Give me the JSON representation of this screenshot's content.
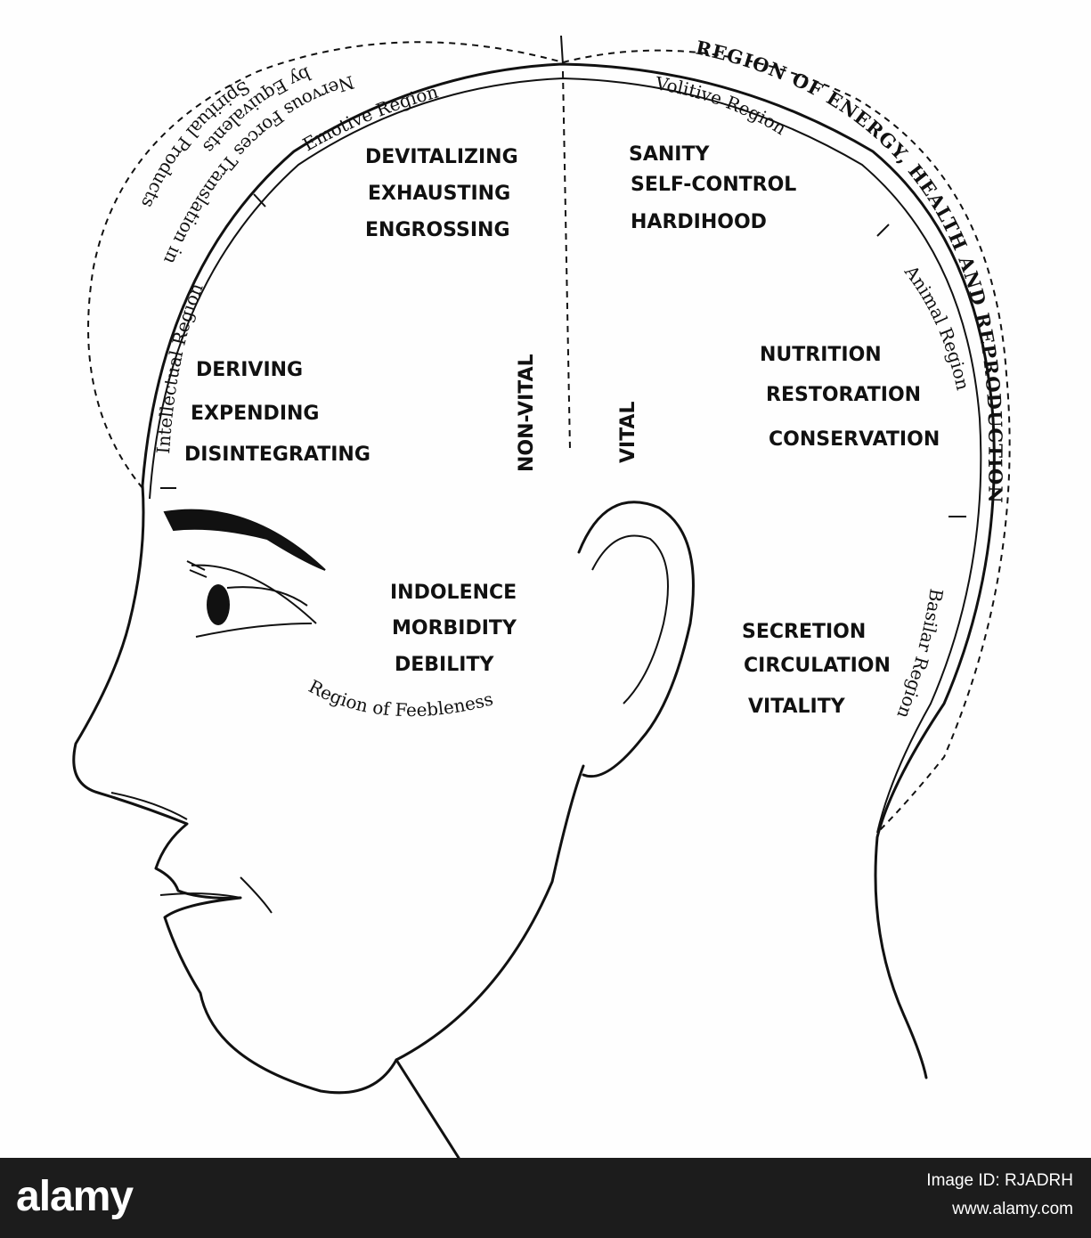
{
  "diagram": {
    "labels": {
      "emotive_region": "Emotive Region",
      "volitive_region": "Volitive Region",
      "intellectual_region": "Intellectual Region",
      "animal_region": "Animal Region",
      "basilar_region": "Basilar Region",
      "region_of_feebleness": "Region of Feebleness",
      "nervous_forces_line1": "Nervous Forces Translation into",
      "nervous_forces_line2": "by Equivalents",
      "nervous_forces_line3": "Spiritual Products",
      "energy_region": "REGION OF ENERGY, HEALTH AND REPRODUCTION",
      "non_vital": "NON-VITAL",
      "vital": "VITAL"
    },
    "word_groups": {
      "emotive": [
        "DEVITALIZING",
        "EXHAUSTING",
        "ENGROSSING"
      ],
      "volitive": [
        "SANITY",
        "SELF-CONTROL",
        "HARDIHOOD"
      ],
      "intellectual": [
        "DERIVING",
        "EXPENDING",
        "DISINTEGRATING"
      ],
      "animal": [
        "NUTRITION",
        "RESTORATION",
        "CONSERVATION"
      ],
      "feebleness": [
        "INDOLENCE",
        "MORBIDITY",
        "DEBILITY"
      ],
      "basilar": [
        "SECRETION",
        "CIRCULATION",
        "VITALITY"
      ]
    }
  },
  "footer": {
    "logo": "alamy",
    "image_id": "Image ID: RJADRH",
    "site": "www.alamy.com"
  }
}
